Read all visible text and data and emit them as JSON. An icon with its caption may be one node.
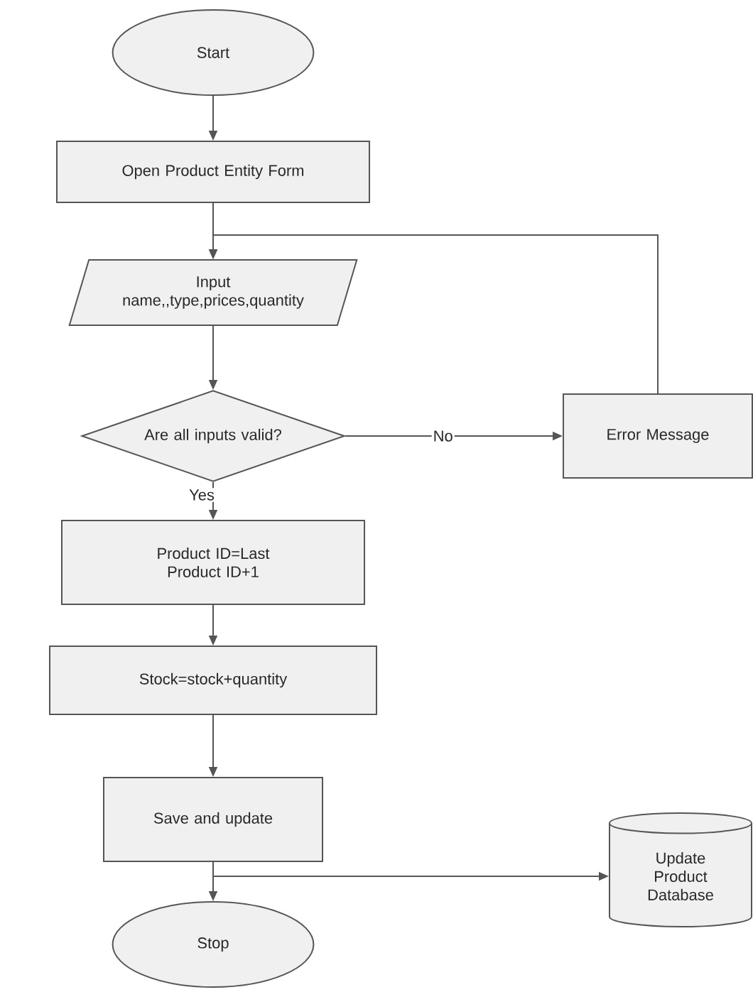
{
  "diagram": {
    "nodes": [
      {
        "text": [
          "Start"
        ]
      },
      {
        "text": [
          "Open Product Entity Form"
        ]
      },
      {
        "text": [
          "Input name,,type,prices,quantity"
        ]
      },
      {
        "text": [
          "Are all inputs valid?"
        ]
      },
      {
        "text": [
          "Error Message"
        ]
      },
      {
        "text": [
          "Product ID=Last Product ID+1"
        ]
      },
      {
        "text": [
          "Stock=stock+quantity"
        ]
      },
      {
        "text": [
          "Save and update"
        ]
      },
      {
        "text": [
          "Stop"
        ]
      },
      {
        "text": [
          "Update Product Database"
        ]
      }
    ],
    "edges": [
      {
        "from": 0,
        "to": 1,
        "arrow": "to"
      },
      {
        "from": 1,
        "to": 2,
        "arrow": "to"
      },
      {
        "from": 2,
        "to": 3,
        "arrow": "to"
      },
      {
        "from": 3,
        "to": 4,
        "arrow": "to",
        "label": "No"
      },
      {
        "from": 3,
        "to": 5,
        "arrow": "to",
        "label": "Yes"
      },
      {
        "from": 4,
        "to": 2,
        "arrow": "to"
      },
      {
        "from": 5,
        "to": 6,
        "arrow": "to"
      },
      {
        "from": 6,
        "to": 7,
        "arrow": "to"
      },
      {
        "from": 7,
        "to": 8,
        "arrow": "to"
      },
      {
        "from": 7,
        "to": 9,
        "arrow": "to"
      }
    ]
  }
}
